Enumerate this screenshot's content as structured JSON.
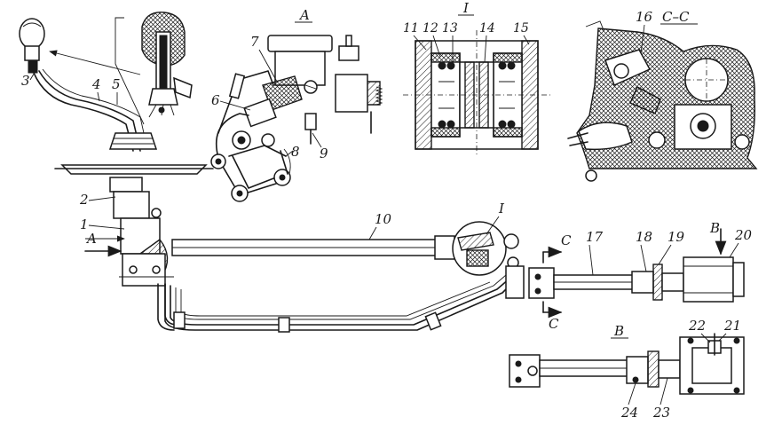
{
  "views": {
    "view_a": "A",
    "section_i": "I",
    "section_cc": "C–C",
    "view_b": "B"
  },
  "callouts": [
    "1",
    "2",
    "3",
    "4",
    "5",
    "6",
    "7",
    "8",
    "9",
    "10",
    "11",
    "12",
    "13",
    "14",
    "15",
    "16",
    "17",
    "18",
    "19",
    "20",
    "21",
    "22",
    "23",
    "24"
  ],
  "markers": {
    "arrow_a": "A",
    "arrow_b": "B",
    "cut_c_top": "C",
    "cut_c_bottom": "C",
    "detail_i": "I"
  }
}
